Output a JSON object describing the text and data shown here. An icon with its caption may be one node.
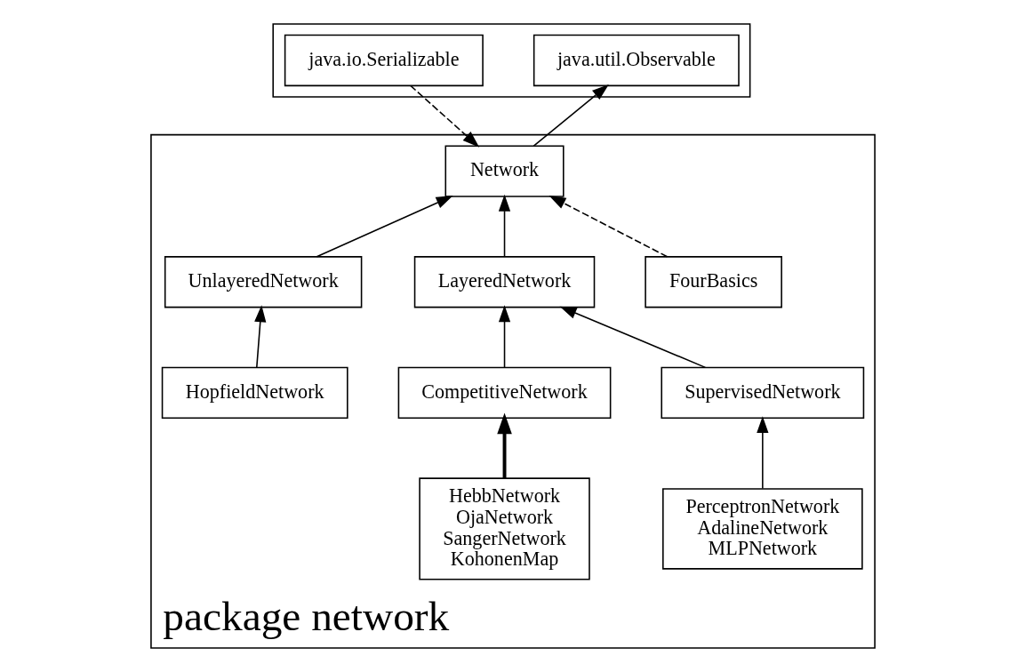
{
  "diagram": {
    "nodes": [
      {
        "text": [
          "package network"
        ]
      },
      {
        "text": [],
        "shape": "box"
      },
      {
        "text": [
          "java.util.Observable"
        ],
        "in": 1
      },
      {
        "text": [
          "java.io.Serializable"
        ],
        "in": 1
      },
      {
        "text": [
          "FourBasics"
        ],
        "in": 0
      },
      {
        "text": [
          "Network"
        ],
        "in": 0
      },
      {
        "text": [
          "LayeredNetwork"
        ],
        "in": 0
      },
      {
        "text": [
          "UnlayeredNetwork"
        ],
        "in": 0
      },
      {
        "text": [
          "SupervisedNetwork"
        ],
        "in": 0
      },
      {
        "text": [
          "CompetitiveNetwork"
        ],
        "in": 0
      },
      {
        "text": [
          "PerceptronNetwork",
          "AdalineNetwork",
          "MLPNetwork"
        ],
        "in": 0
      },
      {
        "text": [
          "HebbNetwork",
          "OjaNetwork",
          "SangerNetwork",
          "KohonenMap"
        ],
        "in": 0
      },
      {
        "text": [
          "HopfieldNetwork"
        ],
        "in": 0
      }
    ],
    "edges": [
      {
        "from": 5,
        "to": 2,
        "arrow": "to"
      },
      {
        "from": 4,
        "to": 5,
        "arrow": "to",
        "style": "dashed"
      },
      {
        "from": 3,
        "to": 5,
        "arrow": "to",
        "style": "dashed"
      },
      {
        "from": 6,
        "to": 5,
        "arrow": "to"
      },
      {
        "from": 7,
        "to": 5,
        "arrow": "to"
      },
      {
        "from": 8,
        "to": 6,
        "arrow": "to"
      },
      {
        "from": 9,
        "to": 6,
        "arrow": "to"
      },
      {
        "from": 10,
        "to": 8,
        "arrow": "to"
      },
      {
        "from": 11,
        "to": 9,
        "arrow": "to",
        "style": "thick"
      },
      {
        "from": 12,
        "to": 7,
        "arrow": "to"
      }
    ]
  }
}
